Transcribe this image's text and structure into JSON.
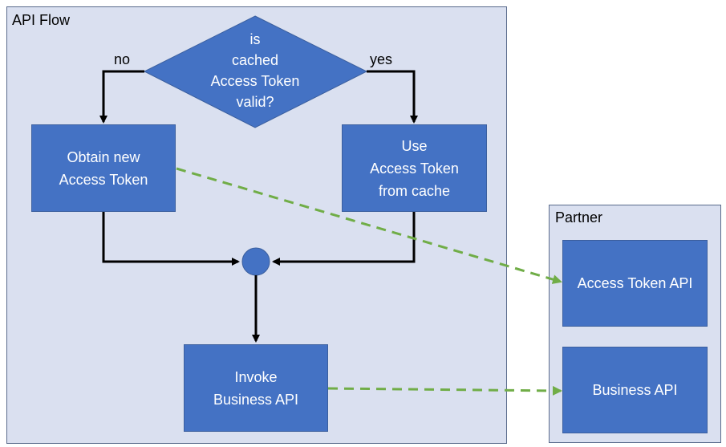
{
  "api_flow": {
    "title": "API Flow",
    "decision": "is\ncached\nAccess Token\nvalid?",
    "no_label": "no",
    "yes_label": "yes",
    "obtain_box": "Obtain new\nAccess Token",
    "use_box": "Use\nAccess Token\nfrom cache",
    "invoke_box": "Invoke\nBusiness API"
  },
  "partner": {
    "title": "Partner",
    "access_token_api": "Access Token API",
    "business_api": "Business API"
  },
  "colors": {
    "panel_fill": "#dae0f0",
    "box_fill": "#4472c4",
    "dashed_arrow": "#70ad47",
    "flow_arrow": "#000000"
  }
}
